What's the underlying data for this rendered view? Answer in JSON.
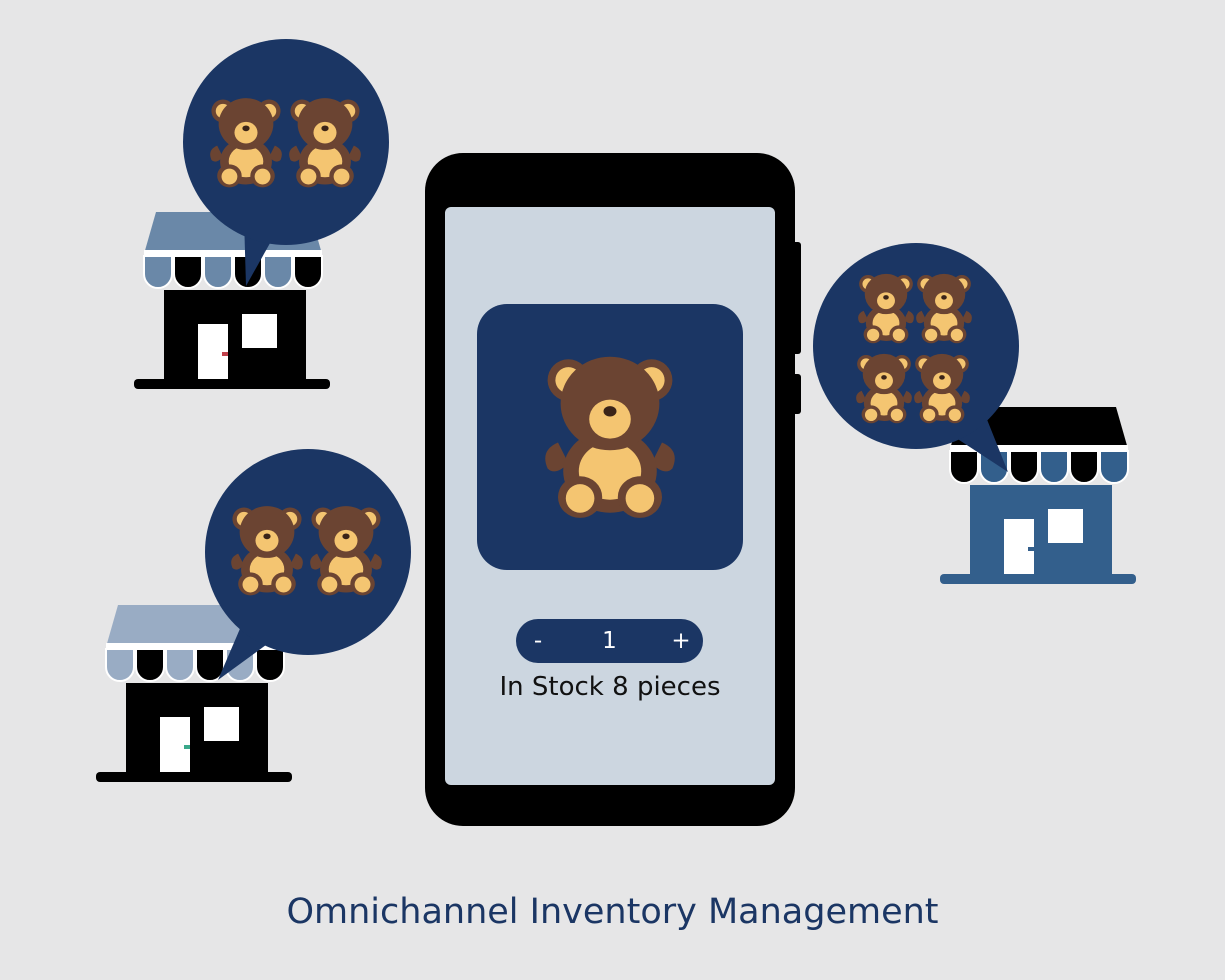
{
  "product": {
    "icon": "teddy-bear-icon",
    "quantity": "1",
    "decrement_label": "-",
    "increment_label": "+",
    "stock_text": "In Stock 8 pieces"
  },
  "footer": {
    "title": "Omnichannel Inventory Management"
  },
  "stores": [
    {
      "icon": "store-icon",
      "bubble_bear_count": 2,
      "awning_color": "#6a88a8",
      "body_color": "#000000"
    },
    {
      "icon": "store-icon",
      "bubble_bear_count": 2,
      "awning_color": "#99acc4",
      "body_color": "#000000"
    },
    {
      "icon": "store-icon",
      "bubble_bear_count": 4,
      "awning_color": "#000000",
      "body_color": "#335f8c"
    }
  ],
  "colors": {
    "background": "#e6e6e7",
    "navy": "#1b3664",
    "screen": "#ccd6e0",
    "bear_brown": "#6b4432",
    "bear_light": "#f4c571"
  }
}
